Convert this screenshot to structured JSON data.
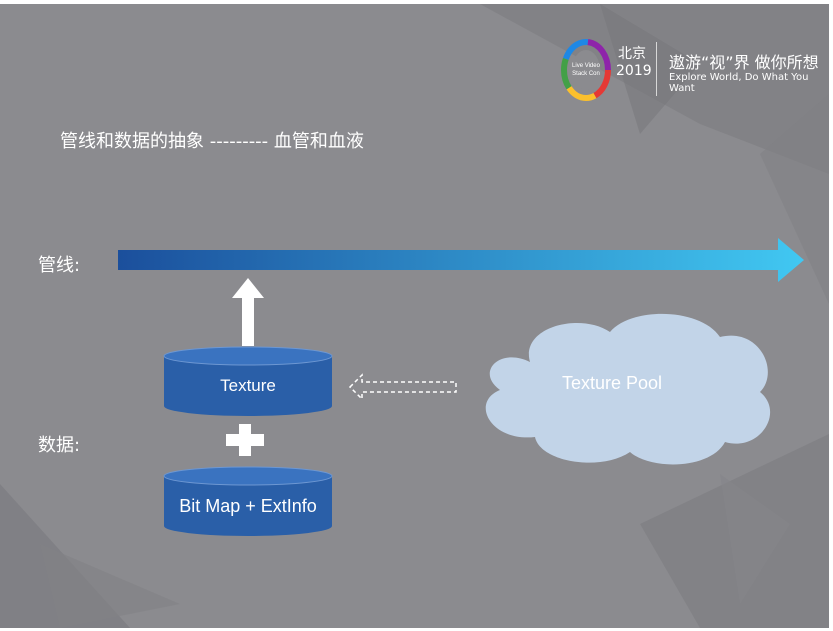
{
  "header": {
    "city": "北京",
    "year": "2019",
    "slogan_cn": "遨游“视”界 做你所想",
    "slogan_en": "Explore World, Do What You Want",
    "logo_lines": [
      "Live Video",
      "Stack Con"
    ]
  },
  "title": "管线和数据的抽象 --------- 血管和血液",
  "pipeline_label": "管线:",
  "data_label": "数据:",
  "texture_label": "Texture",
  "bitmap_label": "Bit Map + ExtInfo",
  "pool_label": "Texture Pool",
  "colors": {
    "background": "#8b8b8f",
    "cylinder": "#2a5fa8",
    "cloud": "#c2d4e8",
    "arrow_start": "#1b4f9c",
    "arrow_end": "#41c8f2"
  }
}
